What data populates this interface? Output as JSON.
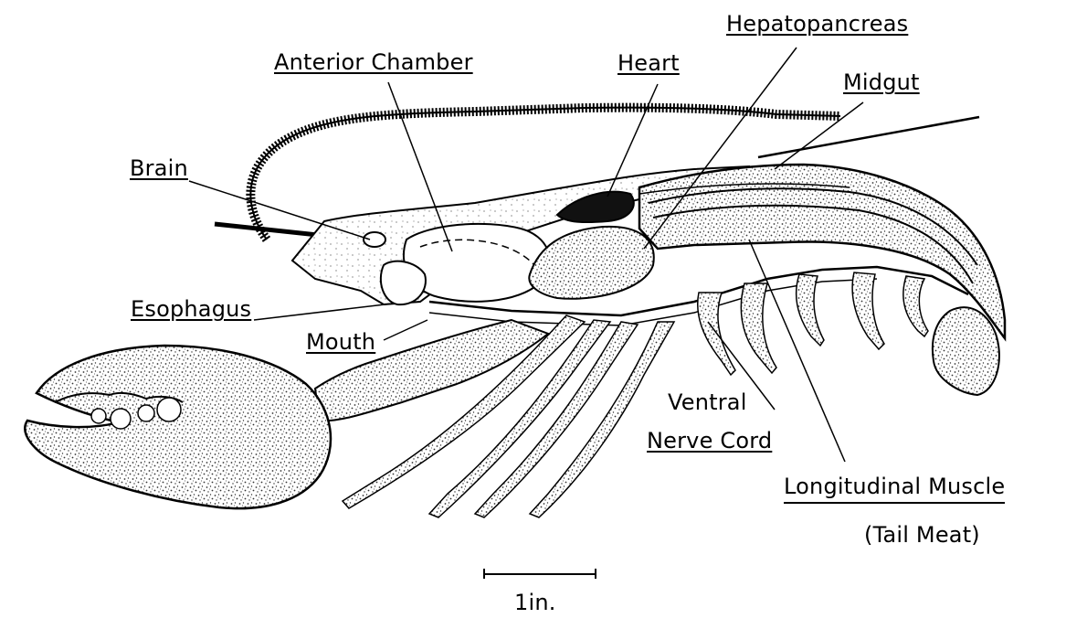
{
  "labels": {
    "anterior_chamber": "Anterior Chamber",
    "heart": "Heart",
    "hepatopancreas": "Hepatopancreas",
    "midgut": "Midgut",
    "brain": "Brain",
    "esophagus": "Esophagus",
    "mouth": "Mouth",
    "ventral": "Ventral",
    "nerve_cord": "Nerve Cord",
    "longitudinal_muscle": "Longitudinal Muscle",
    "tail_meat": "(Tail Meat)"
  },
  "scale_bar": {
    "label": "1in."
  },
  "colors": {
    "ink": "#000000",
    "paper": "#ffffff",
    "speckle": "#bdbdbd"
  }
}
